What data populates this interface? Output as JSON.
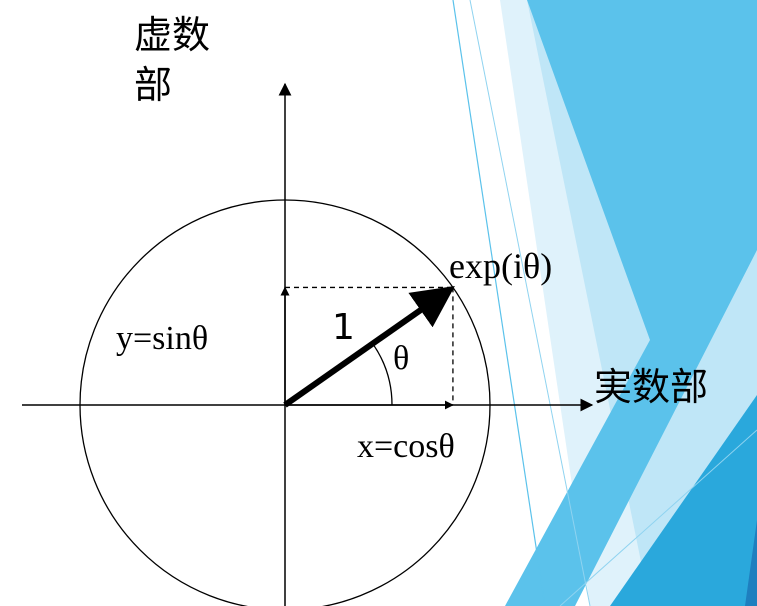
{
  "labels": {
    "imaginary_axis": "虚数部",
    "real_axis": "実数部",
    "point": "exp(iθ)",
    "radius": "1",
    "angle": "θ",
    "y_projection": "y=sinθ",
    "x_projection": "x=cosθ"
  },
  "figure": {
    "angle_deg": 35,
    "radius": 1,
    "colors": {
      "line": "#000000",
      "accent_light": "#dff2fb",
      "accent_mid": "#8fd3f0",
      "accent": "#5bc2eb",
      "accent_dark": "#2aa8dc",
      "accent_deep": "#1e7fbf"
    }
  }
}
